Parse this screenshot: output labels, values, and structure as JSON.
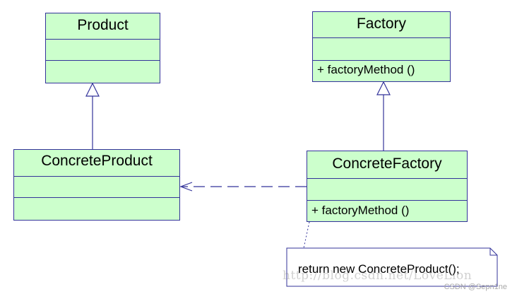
{
  "classes": {
    "product": {
      "name": "Product"
    },
    "factory": {
      "name": "Factory",
      "operation": "+  factoryMethod ()"
    },
    "concrete_product": {
      "name": "ConcreteProduct"
    },
    "concrete_factory": {
      "name": "ConcreteFactory",
      "operation": "+  factoryMethod ()"
    }
  },
  "note": {
    "text": "return new ConcreteProduct();"
  },
  "watermark": {
    "text": "http://blog.csdn.net/LoveLion"
  },
  "credit": {
    "text": "CSDN @Sepn1ne"
  },
  "colors": {
    "class_fill": "#ccffcc",
    "class_border": "#33339a",
    "line": "#33339a"
  }
}
